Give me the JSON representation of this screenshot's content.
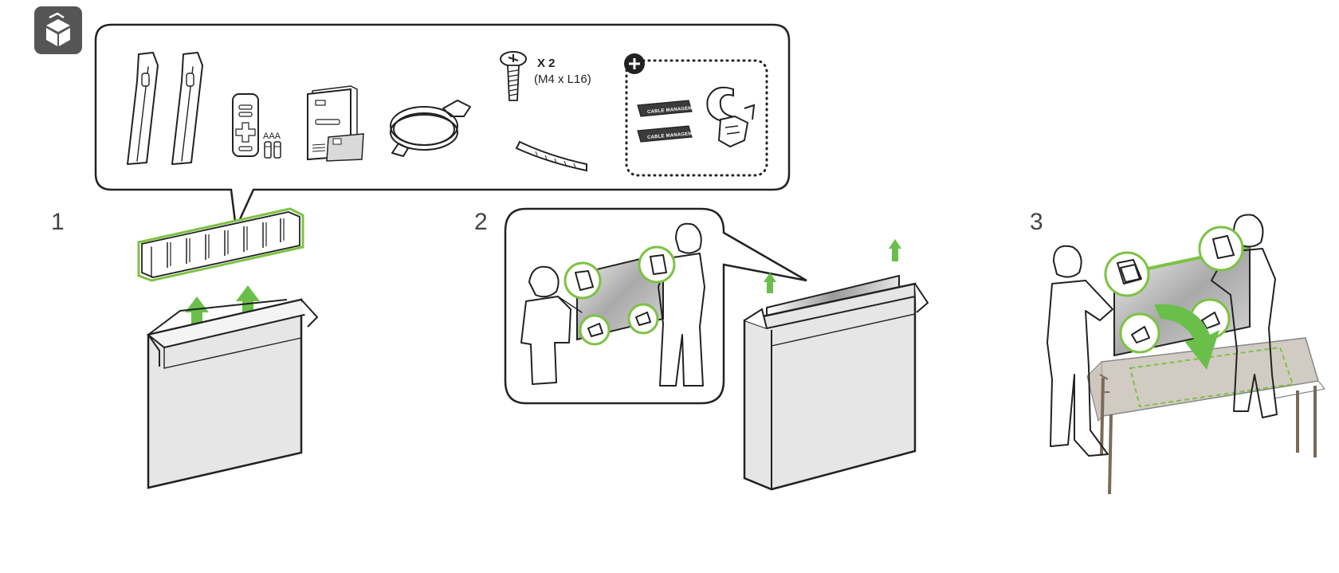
{
  "accessories": {
    "screw_qty": "X 2",
    "screw_spec": "(M4 x L16)",
    "battery_label": "AAA",
    "cable_management_label": "CABLE MANAGEMENT"
  },
  "steps": [
    {
      "number": "1"
    },
    {
      "number": "2"
    },
    {
      "number": "3"
    }
  ],
  "colors": {
    "accent_green": "#6abf4b",
    "outline": "#222222",
    "icon_bg": "#555555"
  },
  "icons": {
    "header": "unboxing-icon",
    "optional": "plus-circle-icon"
  }
}
